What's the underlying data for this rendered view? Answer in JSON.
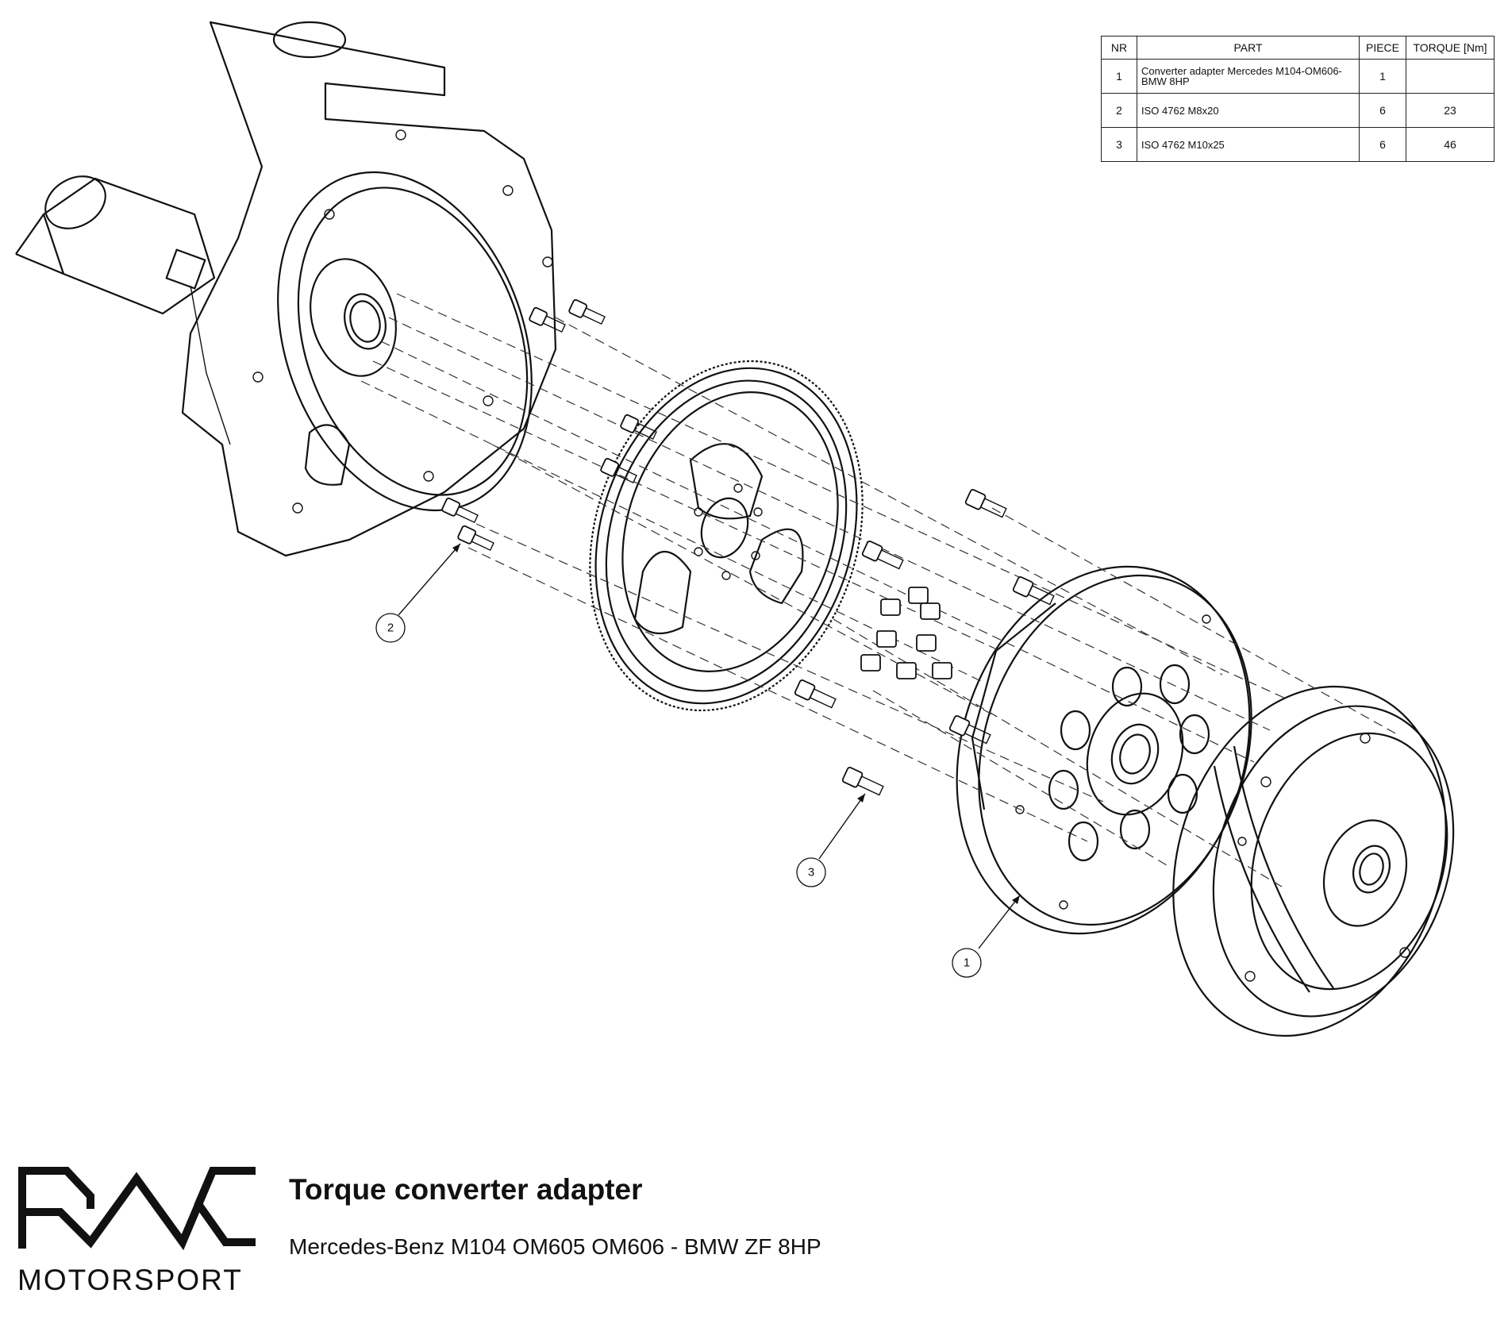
{
  "bom": {
    "headers": {
      "nr": "NR",
      "part": "PART",
      "piece": "PIECE",
      "torque": "TORQUE [Nm]"
    },
    "rows": [
      {
        "nr": "1",
        "part": "Converter adapter Mercedes M104-OM606-BMW 8HP",
        "piece": "1",
        "torque": ""
      },
      {
        "nr": "2",
        "part": "ISO 4762 M8x20",
        "piece": "6",
        "torque": "23"
      },
      {
        "nr": "3",
        "part": "ISO 4762 M10x25",
        "piece": "6",
        "torque": "46"
      }
    ]
  },
  "callouts": {
    "c1": "1",
    "c2": "2",
    "c3": "3"
  },
  "brand": {
    "wordmark": "MOTORSPORT"
  },
  "title": "Torque converter adapter",
  "subtitle": "Mercedes-Benz M104 OM605 OM606 - BMW ZF 8HP"
}
